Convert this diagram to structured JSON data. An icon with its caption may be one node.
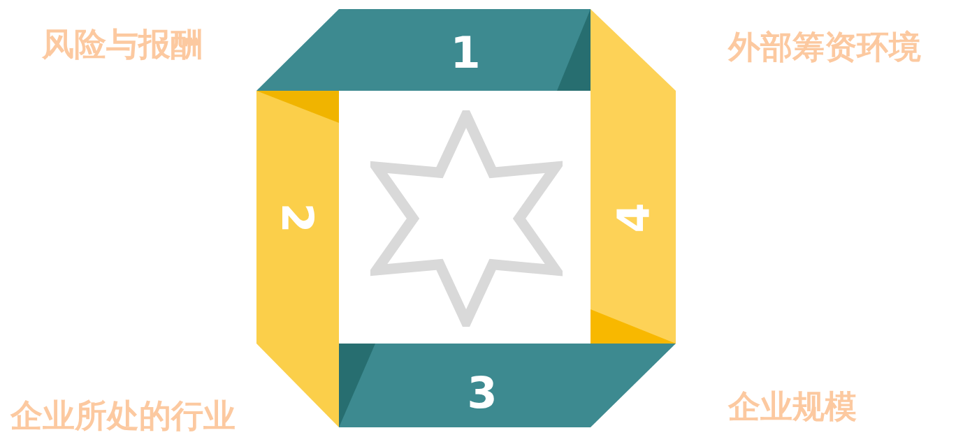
{
  "diagram": {
    "nodes": [
      {
        "text": [
          "1"
        ]
      },
      {
        "text": [
          "2"
        ]
      },
      {
        "text": [
          "3"
        ]
      },
      {
        "text": [
          "4"
        ]
      }
    ],
    "labels": [
      "风险与报酬",
      "外部筹资环境",
      "企业所处的行业",
      "企业规模"
    ]
  }
}
